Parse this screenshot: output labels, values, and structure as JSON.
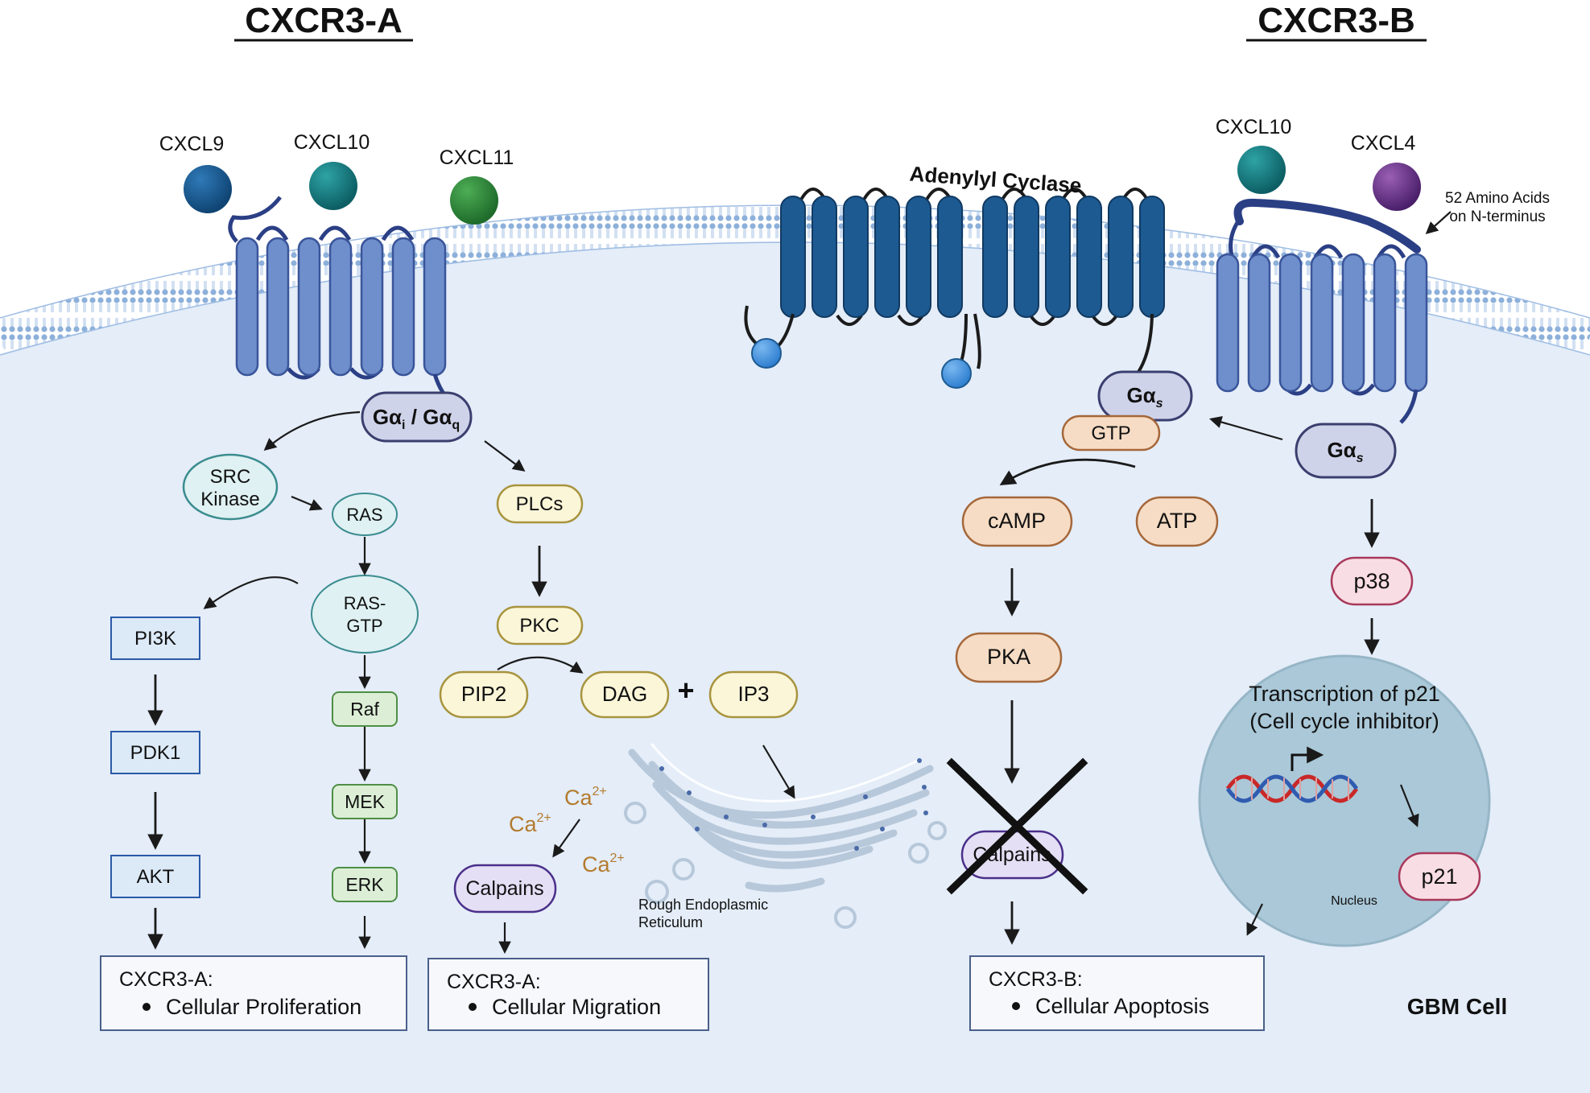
{
  "headers": {
    "left": "CXCR3-A",
    "right": "CXCR3-B"
  },
  "ligands": {
    "cxcl9": "CXCL9",
    "cxcl10_a": "CXCL10",
    "cxcl11": "CXCL11",
    "cxcl10_b": "CXCL10",
    "cxcl4": "CXCL4"
  },
  "adenylyl_cyclase": "Adenylyl Cyclase",
  "n_terminus_note": [
    "52 Amino Acids",
    "on N-terminus"
  ],
  "g_proteins": {
    "gi_gq": {
      "g1": "Gα",
      "s1": "i",
      "sep": " / ",
      "g2": "Gα",
      "s2": "q"
    },
    "gs_ac": {
      "g": "Gα",
      "s": "s"
    },
    "gs_b": {
      "g": "Gα",
      "s": "s"
    }
  },
  "nodes": {
    "src_kinase": [
      "SRC",
      "Kinase"
    ],
    "ras": "RAS",
    "ras_gtp": [
      "RAS-",
      "GTP"
    ],
    "pi3k": "PI3K",
    "pdk1": "PDK1",
    "akt": "AKT",
    "raf": "Raf",
    "mek": "MEK",
    "erk": "ERK",
    "plcs": "PLCs",
    "pkc": "PKC",
    "pip2": "PIP2",
    "dag": "DAG",
    "plus": "+",
    "ip3": "IP3",
    "ca": {
      "base": "Ca",
      "sup": "2+"
    },
    "calpains_a": "Calpains",
    "gtp": "GTP",
    "camp": "cAMP",
    "atp": "ATP",
    "pka": "PKA",
    "calpains_b": "Calpains",
    "p38": "p38",
    "p21": "p21"
  },
  "er_label": [
    "Rough Endoplasmic",
    "Reticulum"
  ],
  "nucleus": {
    "title": [
      "Transcription of p21",
      "(Cell cycle inhibitor)"
    ],
    "label": "Nucleus"
  },
  "outcomes": {
    "proliferation": {
      "title": "CXCR3-A:",
      "bullet": "Cellular Proliferation"
    },
    "migration": {
      "title": "CXCR3-A:",
      "bullet": "Cellular Migration"
    },
    "apoptosis": {
      "title": "CXCR3-B:",
      "bullet": "Cellular Apoptosis"
    }
  },
  "cell_label": "GBM Cell",
  "colors": {
    "membrane_blue": "#6f8fcc",
    "ac_blue": "#1d5a92",
    "cyto": "#e5eef8",
    "teal": "#5fb8b5",
    "green": "#6aa65a",
    "yellow": "#d7c47a",
    "orange": "#c98d5d",
    "purple": "#5b3c93",
    "pink": "#a8385a",
    "nucleus": "#aac8d8"
  }
}
